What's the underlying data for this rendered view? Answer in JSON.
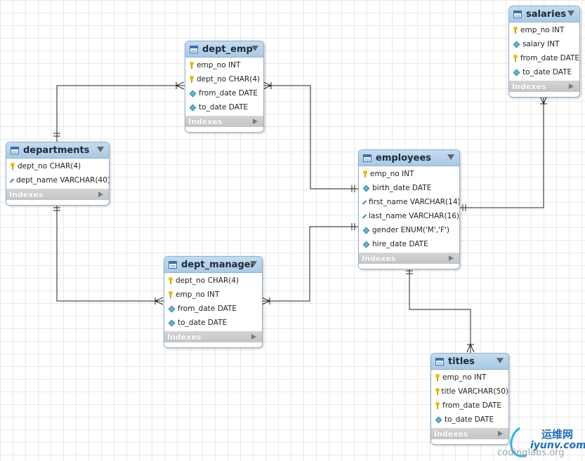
{
  "tables": {
    "departments": {
      "title": "departments",
      "columns": [
        {
          "name": "dept_no CHAR(4)",
          "icon": "key"
        },
        {
          "name": "dept_name VARCHAR(40)",
          "icon": "diamond"
        }
      ],
      "indexes_label": "Indexes"
    },
    "dept_emp": {
      "title": "dept_emp",
      "columns": [
        {
          "name": "emp_no INT",
          "icon": "key"
        },
        {
          "name": "dept_no CHAR(4)",
          "icon": "key"
        },
        {
          "name": "from_date DATE",
          "icon": "diamond"
        },
        {
          "name": "to_date DATE",
          "icon": "diamond"
        }
      ],
      "indexes_label": "Indexes"
    },
    "dept_manager": {
      "title": "dept_manager",
      "columns": [
        {
          "name": "dept_no CHAR(4)",
          "icon": "key"
        },
        {
          "name": "emp_no INT",
          "icon": "key"
        },
        {
          "name": "from_date DATE",
          "icon": "diamond"
        },
        {
          "name": "to_date DATE",
          "icon": "diamond"
        }
      ],
      "indexes_label": "Indexes"
    },
    "employees": {
      "title": "employees",
      "columns": [
        {
          "name": "emp_no INT",
          "icon": "key"
        },
        {
          "name": "birth_date DATE",
          "icon": "diamond"
        },
        {
          "name": "first_name VARCHAR(14)",
          "icon": "diamond"
        },
        {
          "name": "last_name VARCHAR(16)",
          "icon": "diamond"
        },
        {
          "name": "gender ENUM('M','F')",
          "icon": "diamond"
        },
        {
          "name": "hire_date DATE",
          "icon": "diamond"
        }
      ],
      "indexes_label": "Indexes"
    },
    "salaries": {
      "title": "salaries",
      "columns": [
        {
          "name": "emp_no INT",
          "icon": "key"
        },
        {
          "name": "salary INT",
          "icon": "diamond"
        },
        {
          "name": "from_date DATE",
          "icon": "key"
        },
        {
          "name": "to_date DATE",
          "icon": "diamond"
        }
      ],
      "indexes_label": "Indexes"
    },
    "titles": {
      "title": "titles",
      "columns": [
        {
          "name": "emp_no INT",
          "icon": "key"
        },
        {
          "name": "title VARCHAR(50)",
          "icon": "key"
        },
        {
          "name": "from_date DATE",
          "icon": "key"
        },
        {
          "name": "to_date DATE",
          "icon": "diamond"
        }
      ],
      "indexes_label": "Indexes"
    }
  },
  "relationships": [
    {
      "from": "departments",
      "to": "dept_emp",
      "from_end": "one",
      "to_end": "many"
    },
    {
      "from": "employees",
      "to": "dept_emp",
      "from_end": "one",
      "to_end": "many"
    },
    {
      "from": "departments",
      "to": "dept_manager",
      "from_end": "one",
      "to_end": "many"
    },
    {
      "from": "employees",
      "to": "dept_manager",
      "from_end": "one",
      "to_end": "many"
    },
    {
      "from": "employees",
      "to": "salaries",
      "from_end": "one",
      "to_end": "many"
    },
    {
      "from": "employees",
      "to": "titles",
      "from_end": "one",
      "to_end": "many"
    }
  ],
  "watermark": {
    "cn_text": "运维网",
    "site_text": "iyunv.com",
    "sub_text": "codinglabs.org"
  },
  "colors": {
    "header": "#a9c9e4",
    "border": "#8fb3d1",
    "connector": "#222222",
    "key_icon": "#e8c300",
    "diamond_icon": "#5fb6d0"
  }
}
